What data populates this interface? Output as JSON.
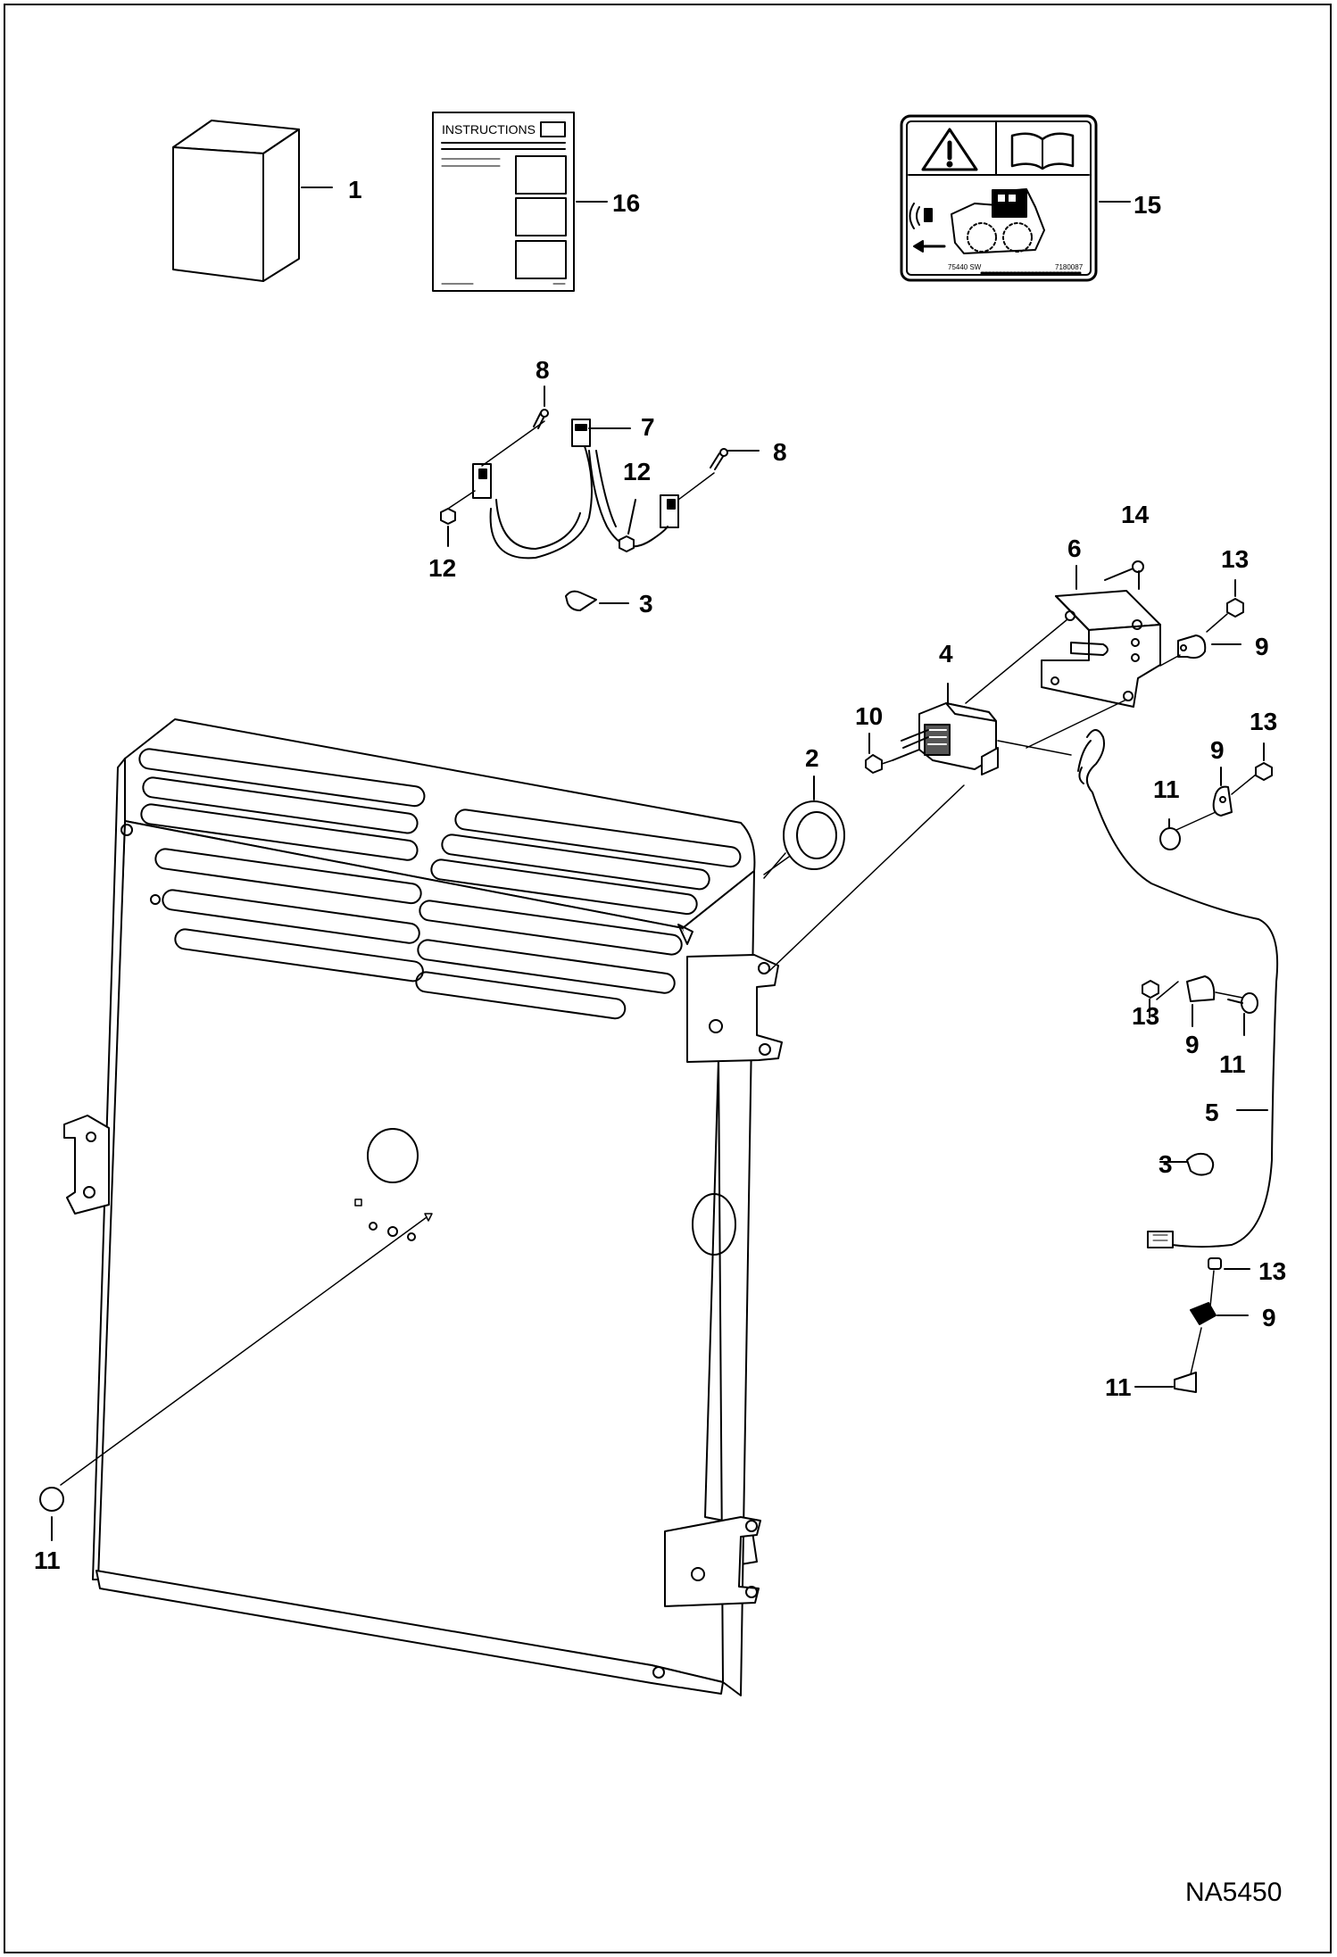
{
  "drawing": {
    "reference": "NA5450",
    "instructions_title": "INSTRUCTIONS",
    "decal_code_left": "75440 SW",
    "decal_code_right": "7180087"
  },
  "callouts": [
    {
      "id": "c1",
      "label": "1"
    },
    {
      "id": "c16",
      "label": "16"
    },
    {
      "id": "c15",
      "label": "15"
    },
    {
      "id": "c8a",
      "label": "8"
    },
    {
      "id": "c7",
      "label": "7"
    },
    {
      "id": "c8b",
      "label": "8"
    },
    {
      "id": "c12a",
      "label": "12"
    },
    {
      "id": "c12b",
      "label": "12"
    },
    {
      "id": "c3a",
      "label": "3"
    },
    {
      "id": "c14",
      "label": "14"
    },
    {
      "id": "c6",
      "label": "6"
    },
    {
      "id": "c13a",
      "label": "13"
    },
    {
      "id": "c9a",
      "label": "9"
    },
    {
      "id": "c4",
      "label": "4"
    },
    {
      "id": "c10",
      "label": "10"
    },
    {
      "id": "c2",
      "label": "2"
    },
    {
      "id": "c13b",
      "label": "13"
    },
    {
      "id": "c9b",
      "label": "9"
    },
    {
      "id": "c11a",
      "label": "11"
    },
    {
      "id": "c13c",
      "label": "13"
    },
    {
      "id": "c9c",
      "label": "9"
    },
    {
      "id": "c11b",
      "label": "11"
    },
    {
      "id": "c5",
      "label": "5"
    },
    {
      "id": "c3b",
      "label": "3"
    },
    {
      "id": "c13d",
      "label": "13"
    },
    {
      "id": "c9d",
      "label": "9"
    },
    {
      "id": "c11c",
      "label": "11"
    },
    {
      "id": "c11d",
      "label": "11"
    }
  ]
}
